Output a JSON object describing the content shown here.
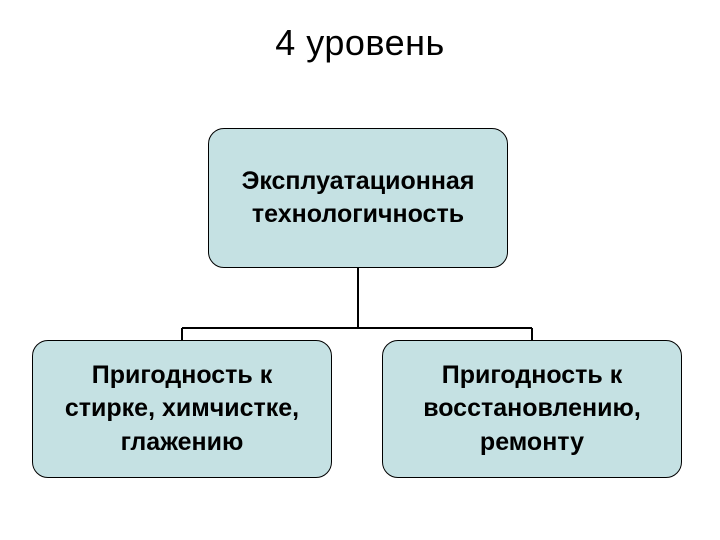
{
  "title": "4 уровень",
  "colors": {
    "box_fill": "#c5e1e3",
    "box_border": "#000000",
    "connector": "#000000"
  },
  "diagram": {
    "root": {
      "label": "Эксплуатационная\nтехнологичность"
    },
    "children": [
      {
        "label": "Пригодность к\nстирке, химчистке,\nглажению"
      },
      {
        "label": "Пригодность к\nвосстановлению,\nремонту"
      }
    ]
  }
}
